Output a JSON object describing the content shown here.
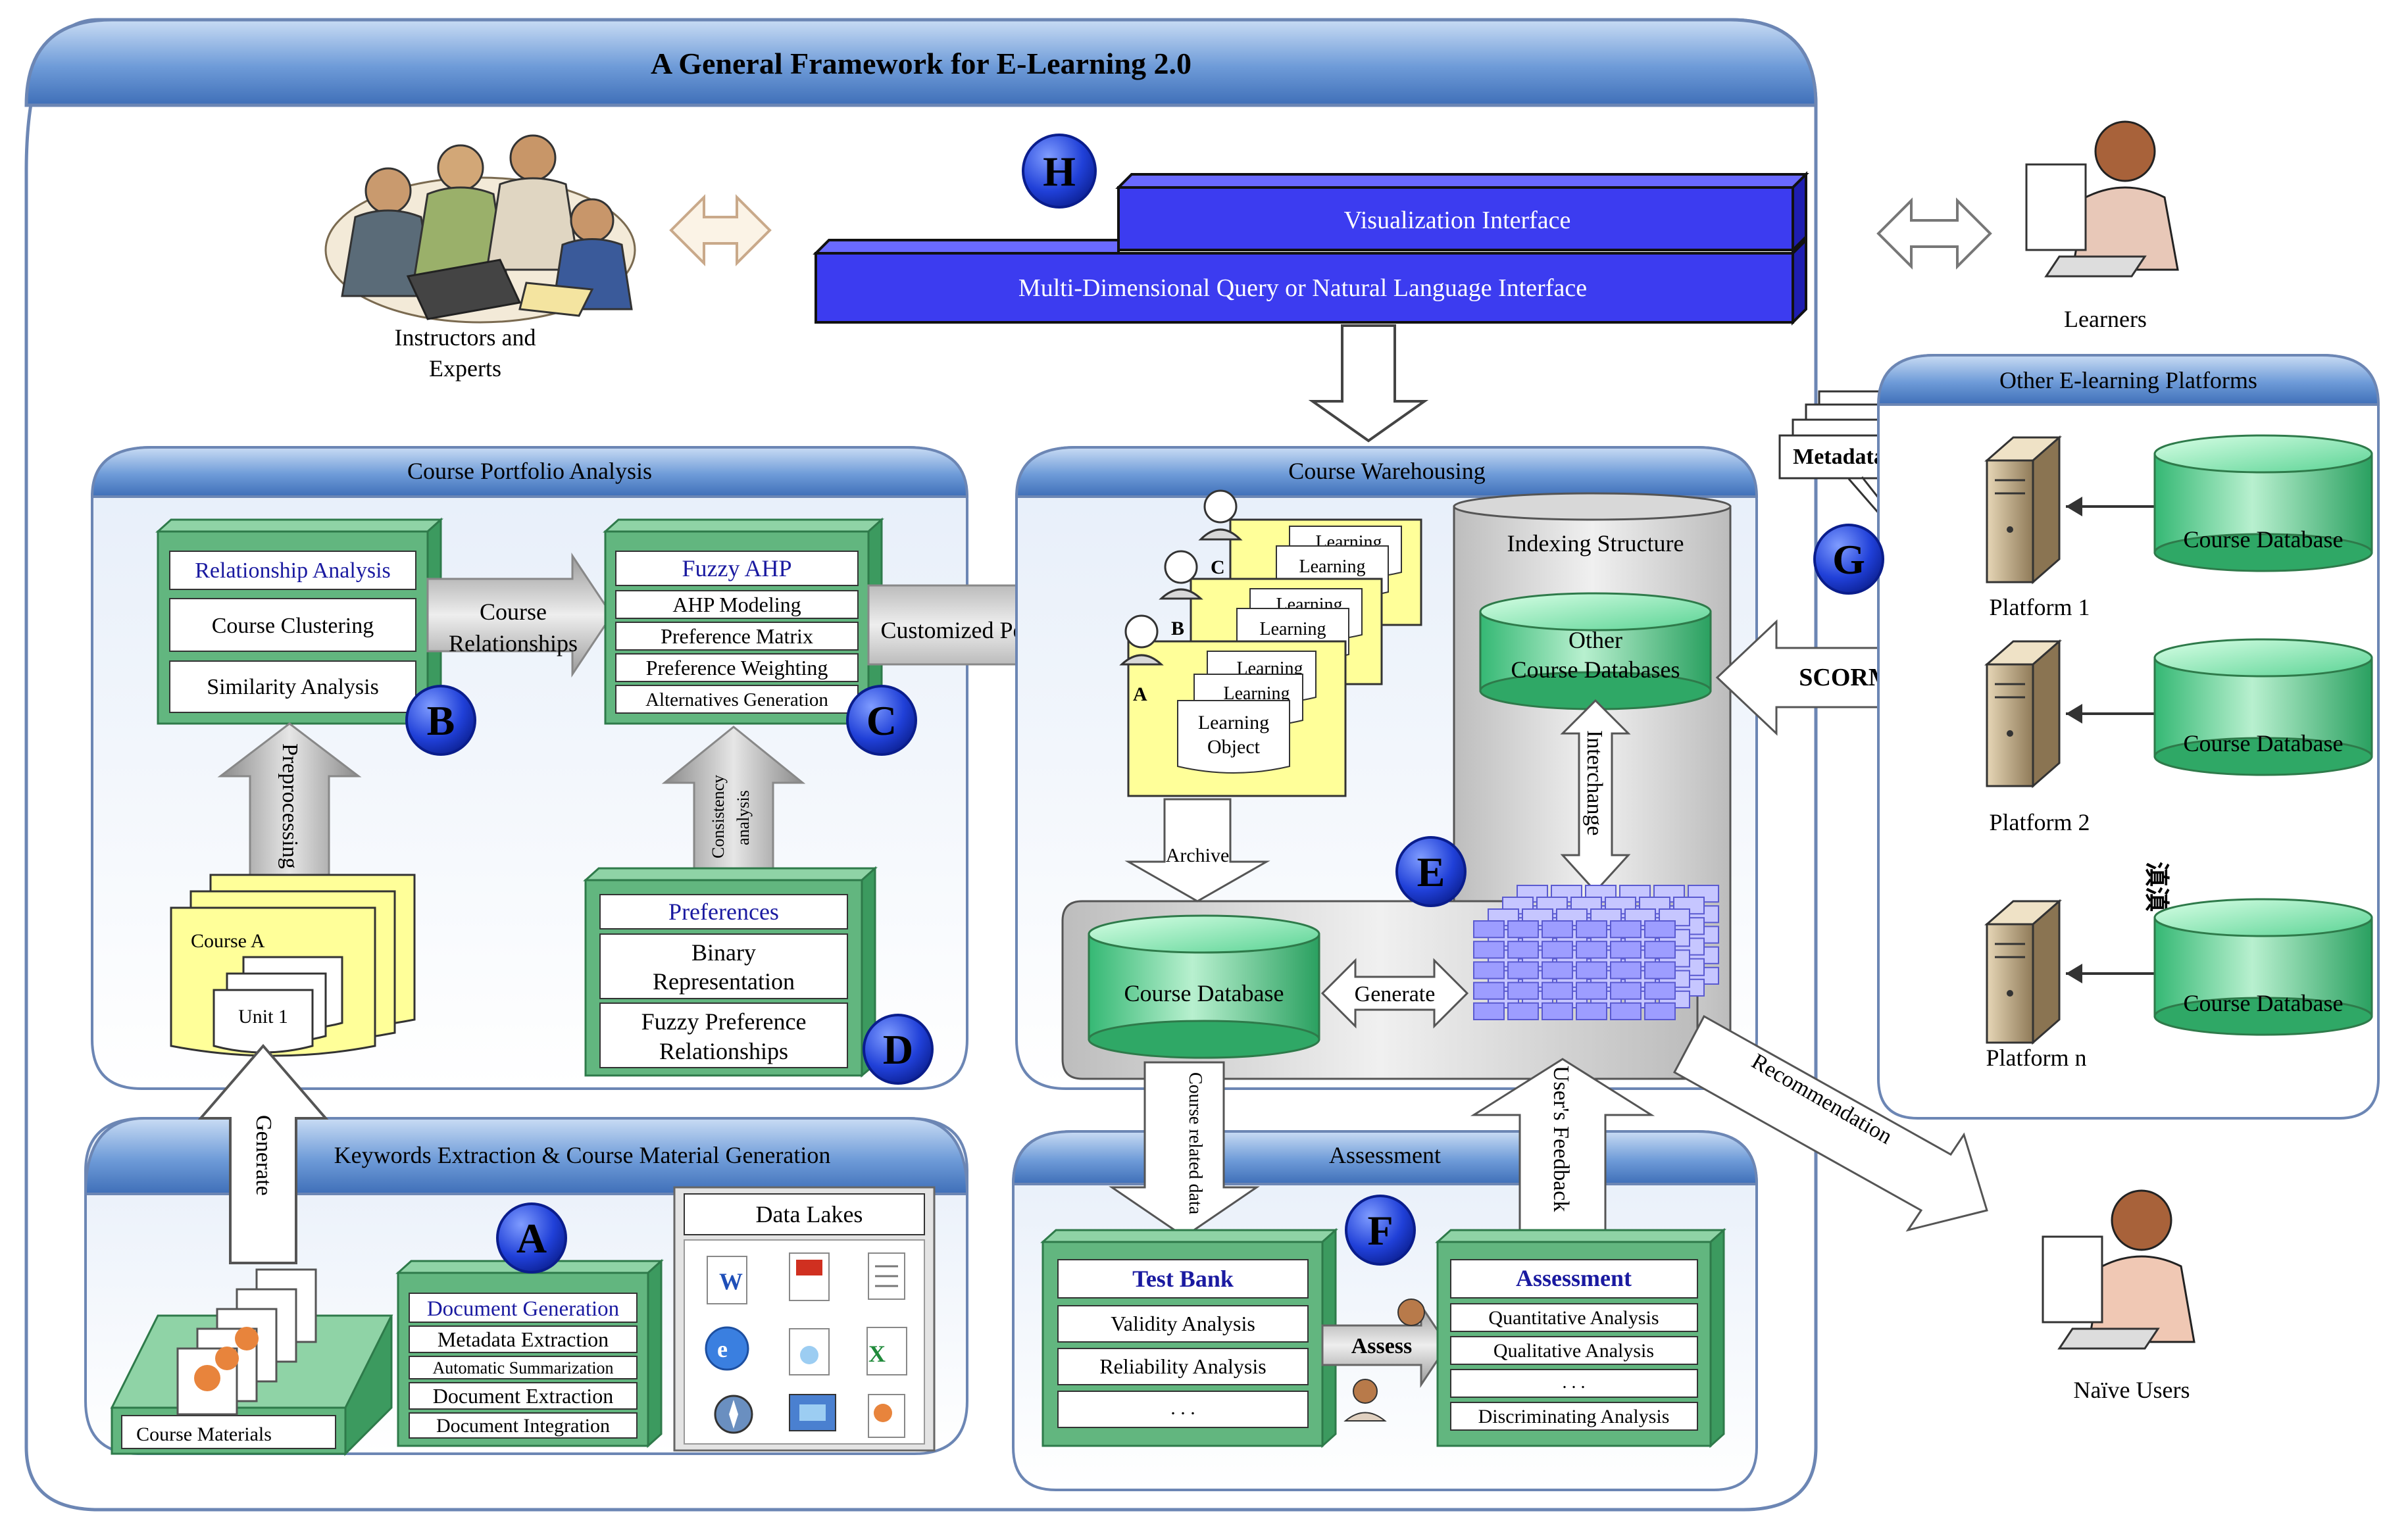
{
  "title": "A General Framework for E-Learning 2.0",
  "actors": {
    "instructors": [
      "Instructors and",
      "Experts"
    ],
    "learners": "Learners",
    "naive_users": "Naïve Users"
  },
  "interfaces": {
    "visualization": "Visualization Interface",
    "query": "Multi-Dimensional Query or Natural Language Interface"
  },
  "badges": {
    "a": "A",
    "b": "B",
    "c": "C",
    "d": "D",
    "e": "E",
    "f": "F",
    "g": "G",
    "h": "H"
  },
  "course_portfolio": {
    "title": "Course Portfolio Analysis",
    "relationship": {
      "header": "Relationship Analysis",
      "items": [
        "Course Clustering",
        "Similarity Analysis"
      ]
    },
    "fuzzy": {
      "header": "Fuzzy AHP",
      "items": [
        "AHP Modeling",
        "Preference Matrix",
        "Preference Weighting",
        "Alternatives Generation"
      ]
    },
    "course_relationships": [
      "Course",
      "Relationships"
    ],
    "preprocessing": "Preprocessing",
    "consistency": [
      "Consistency",
      "analysis"
    ],
    "course_a": "Course A",
    "unit_1": "Unit 1",
    "preferences": {
      "header": "Preferences",
      "binary": [
        "Binary",
        "Representation"
      ],
      "fuzzy_pref": [
        "Fuzzy Preference",
        "Relationships"
      ]
    }
  },
  "keywords": {
    "title": "Keywords Extraction & Course Material Generation",
    "generate": "Generate",
    "course_materials": "Course Materials",
    "doc_gen": {
      "header": "Document Generation",
      "items": [
        "Metadata Extraction",
        "Automatic Summarization",
        "Document Extraction",
        "Document Integration"
      ]
    },
    "data_lakes": "Data Lakes"
  },
  "warehousing": {
    "title": "Course Warehousing",
    "customized_portfolios": "Customized Portfolios",
    "portfolio_letters": [
      "A",
      "B",
      "C"
    ],
    "learning": "Learning",
    "learning_object": [
      "Learning",
      "Object"
    ],
    "indexing": "Indexing Structure",
    "other_db": [
      "Other",
      "Course Databases"
    ],
    "interchange": "Interchange",
    "archive": "Archive",
    "course_db": "Course Database",
    "generate": "Generate"
  },
  "assessment": {
    "title": "Assessment",
    "course_related": "Course related data",
    "users_feedback": "User's Feedback",
    "test_bank": {
      "header": "Test Bank",
      "items": [
        "Validity Analysis",
        "Reliability Analysis",
        ". . ."
      ]
    },
    "assess_label": "Assess",
    "assess_box": {
      "header": "Assessment",
      "items": [
        "Quantitative Analysis",
        "Qualitative Analysis",
        ". . .",
        "Discriminating Analysis"
      ]
    }
  },
  "recommendation": "Recommendation",
  "scorm": "SCORM",
  "metadata": "Metadata",
  "metadata_letter": "a",
  "platforms": {
    "title": "Other E-learning Platforms",
    "db": "Course Database",
    "p1": "Platform 1",
    "p2": "Platform 2",
    "pn": "Platform n",
    "ellipsis": "滇滇"
  },
  "colors": {
    "panel_blue": "#5b8fd0",
    "panel_border": "#6c86b4",
    "interface_blue": "#3c3cf0",
    "box_green": "#5fb07a",
    "cylinder_green": "#48c888",
    "badge_blue": "#1c3fd0",
    "portfolio_yellow": "#ffff99",
    "cube_purple": "#a8a8ff"
  }
}
